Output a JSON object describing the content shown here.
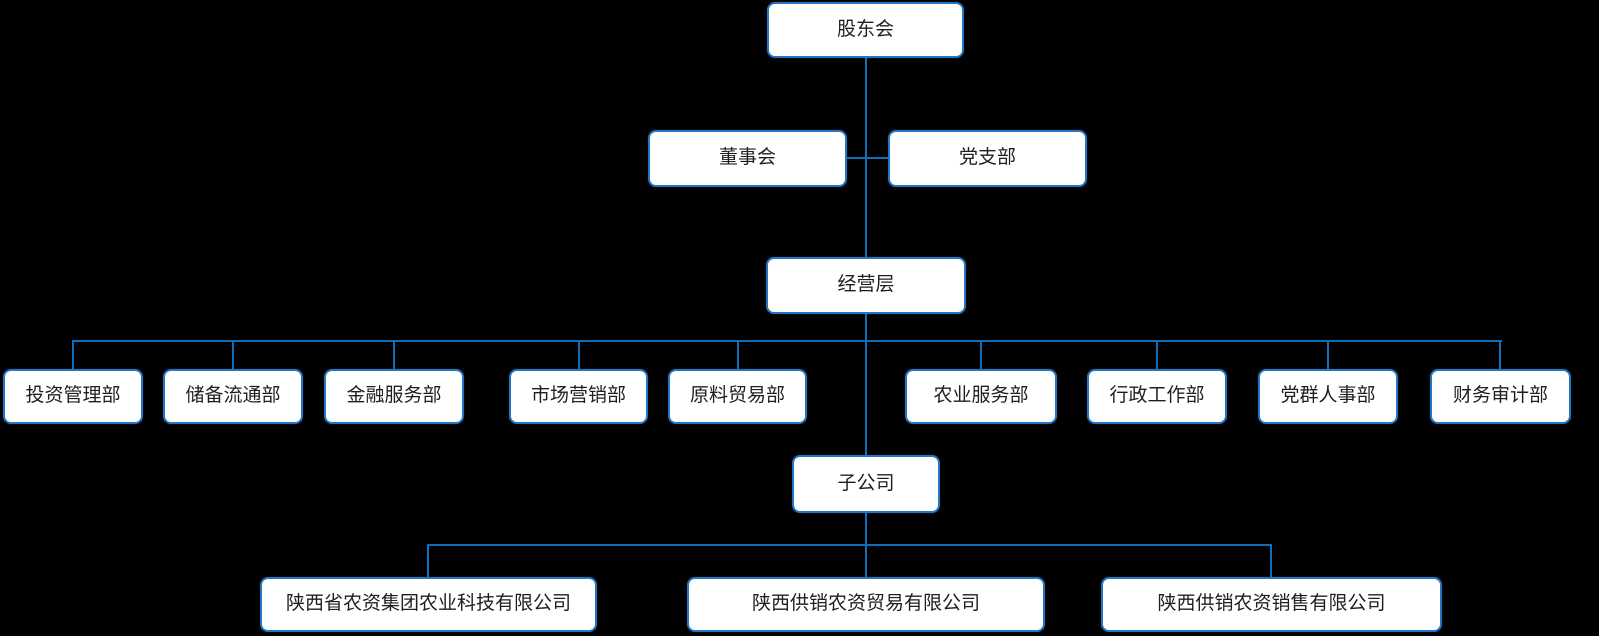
{
  "colors": {
    "background": "#000000",
    "connector": "#0E6EB8",
    "node-border": "#2176C7",
    "node-fill": "#FFFFFF",
    "node-text": "#1F1F1F"
  },
  "org_chart": {
    "type": "org-tree",
    "nodes": {
      "shareholders": "股东会",
      "board": "董事会",
      "party_branch": "党支部",
      "management": "经营层",
      "subsidiaries_group": "子公司"
    },
    "departments": [
      "投资管理部",
      "储备流通部",
      "金融服务部",
      "市场营销部",
      "原料贸易部",
      "农业服务部",
      "行政工作部",
      "党群人事部",
      "财务审计部"
    ],
    "subsidiaries": [
      "陕西省农资集团农业科技有限公司",
      "陕西供销农资贸易有限公司",
      "陕西供销农资销售有限公司"
    ]
  }
}
